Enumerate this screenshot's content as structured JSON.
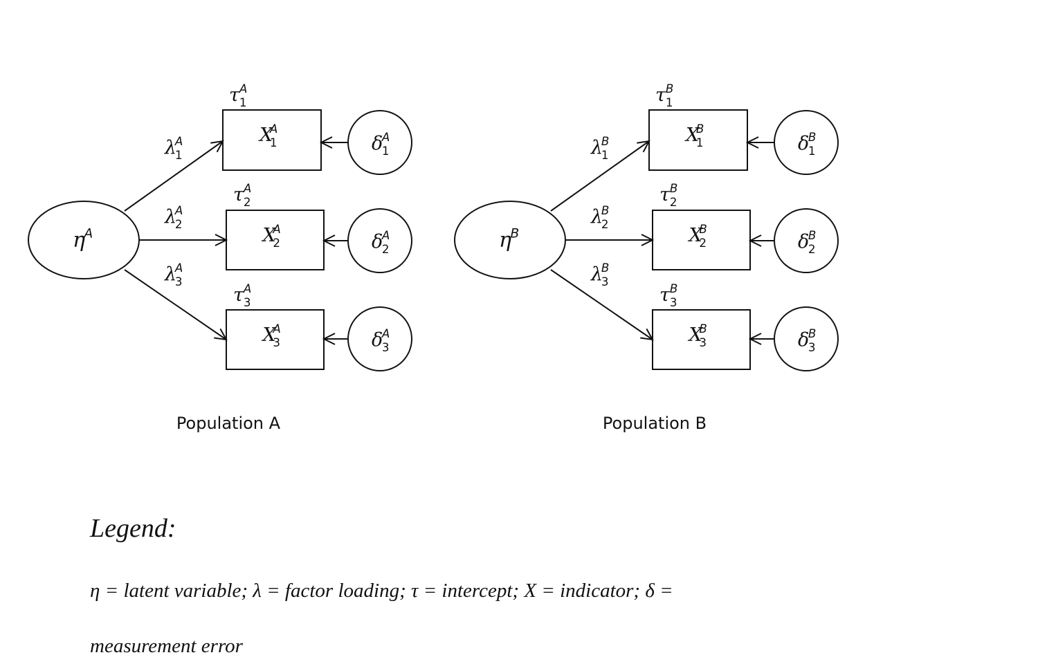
{
  "populations": [
    {
      "id": "A",
      "caption": "Population A",
      "latent": {
        "symbol": "η",
        "sup": "A"
      },
      "indicators": [
        {
          "symbol": "X",
          "sub": "1",
          "sup": "A"
        },
        {
          "symbol": "X",
          "sub": "2",
          "sup": "A"
        },
        {
          "symbol": "X",
          "sub": "3",
          "sup": "A"
        }
      ],
      "loadings": [
        {
          "symbol": "λ",
          "sub": "1",
          "sup": "A"
        },
        {
          "symbol": "λ",
          "sub": "2",
          "sup": "A"
        },
        {
          "symbol": "λ",
          "sub": "3",
          "sup": "A"
        }
      ],
      "intercepts": [
        {
          "symbol": "τ",
          "sub": "1",
          "sup": "A"
        },
        {
          "symbol": "τ",
          "sub": "2",
          "sup": "A"
        },
        {
          "symbol": "τ",
          "sub": "3",
          "sup": "A"
        }
      ],
      "errors": [
        {
          "symbol": "δ",
          "sub": "1",
          "sup": "A"
        },
        {
          "symbol": "δ",
          "sub": "2",
          "sup": "A"
        },
        {
          "symbol": "δ",
          "sub": "3",
          "sup": "A"
        }
      ]
    },
    {
      "id": "B",
      "caption": "Population B",
      "latent": {
        "symbol": "η",
        "sup": "B"
      },
      "indicators": [
        {
          "symbol": "X",
          "sub": "1",
          "sup": "B"
        },
        {
          "symbol": "X",
          "sub": "2",
          "sup": "B"
        },
        {
          "symbol": "X",
          "sub": "3",
          "sup": "B"
        }
      ],
      "loadings": [
        {
          "symbol": "λ",
          "sub": "1",
          "sup": "B"
        },
        {
          "symbol": "λ",
          "sub": "2",
          "sup": "B"
        },
        {
          "symbol": "λ",
          "sub": "3",
          "sup": "B"
        }
      ],
      "intercepts": [
        {
          "symbol": "τ",
          "sub": "1",
          "sup": "B"
        },
        {
          "symbol": "τ",
          "sub": "2",
          "sup": "B"
        },
        {
          "symbol": "τ",
          "sub": "3",
          "sup": "B"
        }
      ],
      "errors": [
        {
          "symbol": "δ",
          "sub": "1",
          "sup": "B"
        },
        {
          "symbol": "δ",
          "sub": "2",
          "sup": "B"
        },
        {
          "symbol": "δ",
          "sub": "3",
          "sup": "B"
        }
      ]
    }
  ],
  "legend": {
    "title": "Legend:",
    "line1": "η = latent variable; λ = factor loading; τ = intercept; X = indicator; δ =",
    "line2": "measurement error"
  }
}
